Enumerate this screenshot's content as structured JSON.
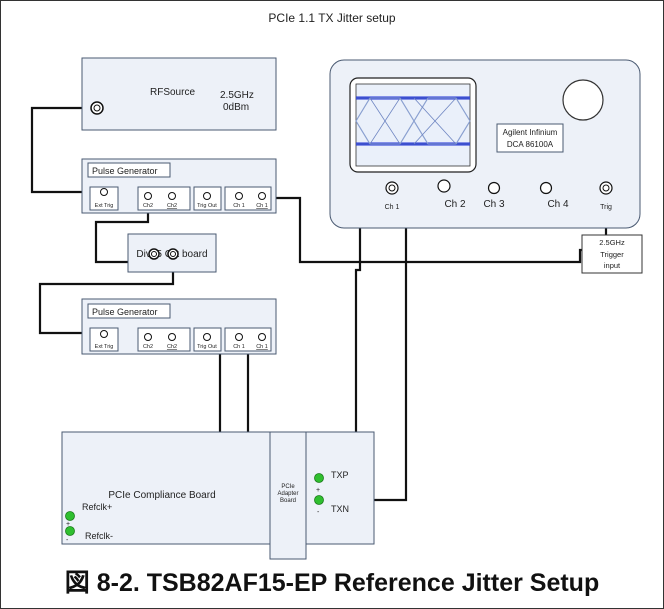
{
  "title": "PCIe 1.1 TX Jitter setup",
  "rf_source": {
    "name": "RFSource",
    "freq": "2.5GHz",
    "power": "0dBm"
  },
  "pulse_generator_1": {
    "name": "Pulse Generator",
    "ports": [
      "Ext Trig",
      "Ch2",
      "Ch2",
      "Trig Out",
      "Ch 1",
      "Ch 1"
    ]
  },
  "div25_board": {
    "name": "Div25 Clk board"
  },
  "pulse_generator_2": {
    "name": "Pulse Generator",
    "ports": [
      "Ext Trig",
      "Ch2",
      "Ch2",
      "Trig Out",
      "Ch 1",
      "Ch 1"
    ]
  },
  "scope": {
    "name_line1": "Agilent Infinium",
    "name_line2": "DCA 86100A",
    "channels": [
      "Ch 1",
      "Ch 2",
      "Ch 3",
      "Ch 4",
      "Trig"
    ]
  },
  "trigger_note": {
    "line1": "2.5GHz",
    "line2": "Trigger",
    "line3": "input"
  },
  "compliance_board": {
    "name": "PCIe Compliance Board",
    "refclk_plus": "Refclk+",
    "refclk_minus": "Refclk-",
    "plus_sign": "+",
    "minus_sign": "-"
  },
  "adapter_board": {
    "line1": "PCIe",
    "line2": "Adapter",
    "line3": "Board"
  },
  "tx_pins": {
    "txp": "TXP",
    "txn": "TXN",
    "plus_sign": "+",
    "minus_sign": "-"
  },
  "caption": "図 8-2. TSB82AF15-EP Reference Jitter Setup",
  "colors": {
    "panel_fill": "#edf1f8",
    "panel_stroke": "#4a5a72",
    "eye_blue": "#1f2fd6",
    "connector_green": "#2fbf2f",
    "cable": "#111111"
  }
}
